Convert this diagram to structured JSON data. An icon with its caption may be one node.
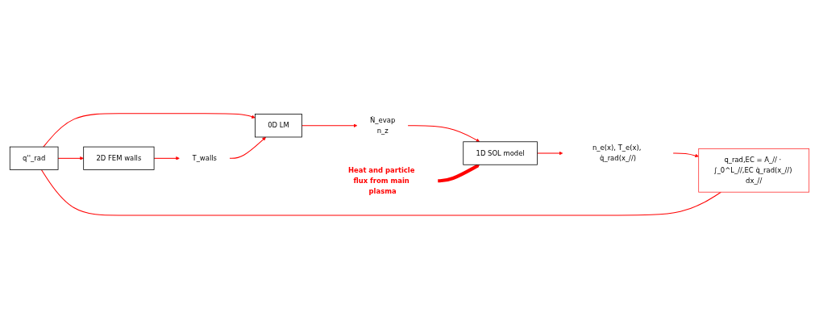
{
  "diagram": {
    "nodes": [
      {
        "text": [
          "q''_rad"
        ]
      },
      {
        "text": [
          "2D FEM walls"
        ]
      },
      {
        "text": [
          "T_walls"
        ]
      },
      {
        "text": [
          "0D LM"
        ]
      },
      {
        "text": [
          "Ṅ_evap",
          "n_z"
        ]
      },
      {
        "text": [
          "1D SOL model"
        ]
      },
      {
        "text": [
          "Heat and particle flux from main plasma"
        ]
      },
      {
        "text": [
          "n_e(x), T_e(x), q̇_rad(x_//)"
        ]
      },
      {
        "text": [
          "q_rad,EC = A_// · ∫_0^L_//,EC q̇_rad(x_//) dx_//"
        ]
      }
    ],
    "edges": [
      {
        "from": 0,
        "to": 1,
        "arrow": "to"
      },
      {
        "from": 0,
        "to": 3,
        "arrow": "to"
      },
      {
        "from": 1,
        "to": 2,
        "arrow": "to"
      },
      {
        "from": 2,
        "to": 3,
        "arrow": "to"
      },
      {
        "from": 3,
        "to": 4,
        "arrow": "to"
      },
      {
        "from": 4,
        "to": 5,
        "arrow": "to"
      },
      {
        "from": 6,
        "to": 5,
        "arrow": "to",
        "style": "thick"
      },
      {
        "from": 5,
        "to": 7,
        "arrow": "to"
      },
      {
        "from": 7,
        "to": 8,
        "arrow": "to"
      },
      {
        "from": 8,
        "to": 0,
        "arrow": "none"
      }
    ]
  }
}
